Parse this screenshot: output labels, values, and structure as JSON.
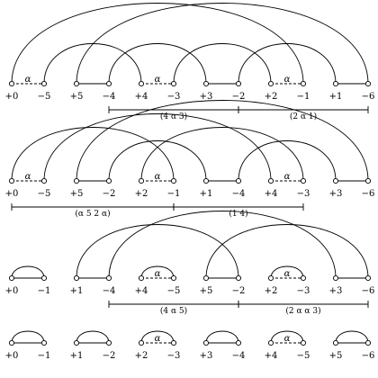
{
  "rows": [
    {
      "labels": [
        "+0",
        "−5",
        "+5",
        "−4",
        "+4",
        "−3",
        "+3",
        "−2",
        "+2",
        "−1",
        "+1",
        "−6"
      ],
      "edges": [
        {
          "from": 0,
          "to": 1,
          "dashed": true,
          "label": "α"
        },
        {
          "from": 2,
          "to": 3,
          "dashed": false,
          "label": ""
        },
        {
          "from": 4,
          "to": 5,
          "dashed": true,
          "label": "α"
        },
        {
          "from": 6,
          "to": 7,
          "dashed": false,
          "label": ""
        },
        {
          "from": 8,
          "to": 9,
          "dashed": true,
          "label": "α"
        },
        {
          "from": 10,
          "to": 11,
          "dashed": false,
          "label": ""
        }
      ],
      "arcs": [
        [
          0,
          9
        ],
        [
          1,
          4
        ],
        [
          2,
          11
        ],
        [
          3,
          6
        ],
        [
          5,
          8
        ],
        [
          7,
          10
        ]
      ],
      "brackets": [
        {
          "from": 3,
          "to": 7,
          "label": "(4 α 3)"
        },
        {
          "from": 7,
          "to": 11,
          "label": "(2 α 1)"
        }
      ]
    },
    {
      "labels": [
        "+0",
        "−5",
        "+5",
        "−2",
        "+2",
        "−1",
        "+1",
        "−4",
        "+4",
        "−3",
        "+3",
        "−6"
      ],
      "edges": [
        {
          "from": 0,
          "to": 1,
          "dashed": true,
          "label": "α"
        },
        {
          "from": 2,
          "to": 3,
          "dashed": false,
          "label": ""
        },
        {
          "from": 4,
          "to": 5,
          "dashed": true,
          "label": "α"
        },
        {
          "from": 6,
          "to": 7,
          "dashed": false,
          "label": ""
        },
        {
          "from": 8,
          "to": 9,
          "dashed": true,
          "label": "α"
        },
        {
          "from": 10,
          "to": 11,
          "dashed": false,
          "label": ""
        }
      ],
      "arcs": [
        [
          0,
          5
        ],
        [
          1,
          8
        ],
        [
          2,
          11
        ],
        [
          3,
          6
        ],
        [
          4,
          9
        ],
        [
          7,
          10
        ]
      ],
      "brackets": [
        {
          "from": 0,
          "to": 5,
          "label": "(α 5 2 α)"
        },
        {
          "from": 5,
          "to": 9,
          "label": "(1 4)"
        }
      ]
    },
    {
      "labels": [
        "+0",
        "−1",
        "+1",
        "−4",
        "+4",
        "−5",
        "+5",
        "−2",
        "+2",
        "−3",
        "+3",
        "−6"
      ],
      "edges": [
        {
          "from": 0,
          "to": 1,
          "dashed": false,
          "label": ""
        },
        {
          "from": 2,
          "to": 3,
          "dashed": false,
          "label": ""
        },
        {
          "from": 4,
          "to": 5,
          "dashed": true,
          "label": "α"
        },
        {
          "from": 6,
          "to": 7,
          "dashed": false,
          "label": ""
        },
        {
          "from": 8,
          "to": 9,
          "dashed": true,
          "label": "α"
        },
        {
          "from": 10,
          "to": 11,
          "dashed": false,
          "label": ""
        }
      ],
      "arcs": [
        [
          0,
          1
        ],
        [
          2,
          7
        ],
        [
          3,
          10
        ],
        [
          4,
          5
        ],
        [
          6,
          11
        ],
        [
          8,
          9
        ]
      ],
      "brackets": [
        {
          "from": 3,
          "to": 7,
          "label": "(4 α 5)"
        },
        {
          "from": 7,
          "to": 11,
          "label": "(2 α α 3)"
        }
      ]
    },
    {
      "labels": [
        "+0",
        "−1",
        "+1",
        "−2",
        "+2",
        "−3",
        "+3",
        "−4",
        "+4",
        "−5",
        "+5",
        "−6"
      ],
      "edges": [
        {
          "from": 0,
          "to": 1,
          "dashed": false,
          "label": ""
        },
        {
          "from": 2,
          "to": 3,
          "dashed": false,
          "label": ""
        },
        {
          "from": 4,
          "to": 5,
          "dashed": true,
          "label": "α"
        },
        {
          "from": 6,
          "to": 7,
          "dashed": false,
          "label": ""
        },
        {
          "from": 8,
          "to": 9,
          "dashed": true,
          "label": "α"
        },
        {
          "from": 10,
          "to": 11,
          "dashed": false,
          "label": ""
        }
      ],
      "arcs": [
        [
          0,
          1
        ],
        [
          2,
          3
        ],
        [
          4,
          5
        ],
        [
          6,
          7
        ],
        [
          8,
          9
        ],
        [
          10,
          11
        ]
      ],
      "brackets": []
    }
  ]
}
